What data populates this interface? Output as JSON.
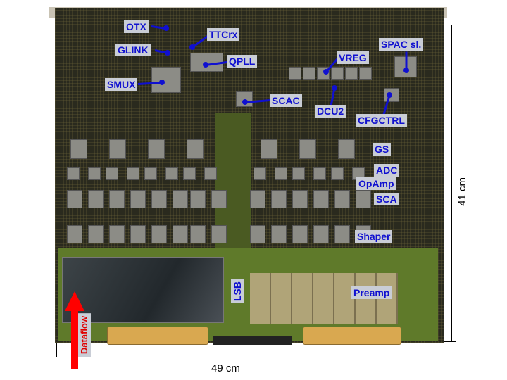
{
  "labels": {
    "otx": "OTX",
    "ttcrx": "TTCrx",
    "glink": "GLINK",
    "qpll": "QPLL",
    "smux": "SMUX",
    "scac": "SCAC",
    "vreg": "VREG",
    "dcu2": "DCU2",
    "spac": "SPAC sl.",
    "cfgctrl": "CFGCTRL",
    "gs": "GS",
    "adc": "ADC",
    "opamp": "OpAmp",
    "sca": "SCA",
    "shaper": "Shaper",
    "lsb": "LSB",
    "preamp": "Preamp",
    "dataflow": "Dataflow"
  },
  "dimensions": {
    "width": "49 cm",
    "height": "41 cm"
  },
  "colors": {
    "label_text": "#1010d0",
    "label_bg": "#c9cdd6",
    "arrow": "#ff0000"
  }
}
